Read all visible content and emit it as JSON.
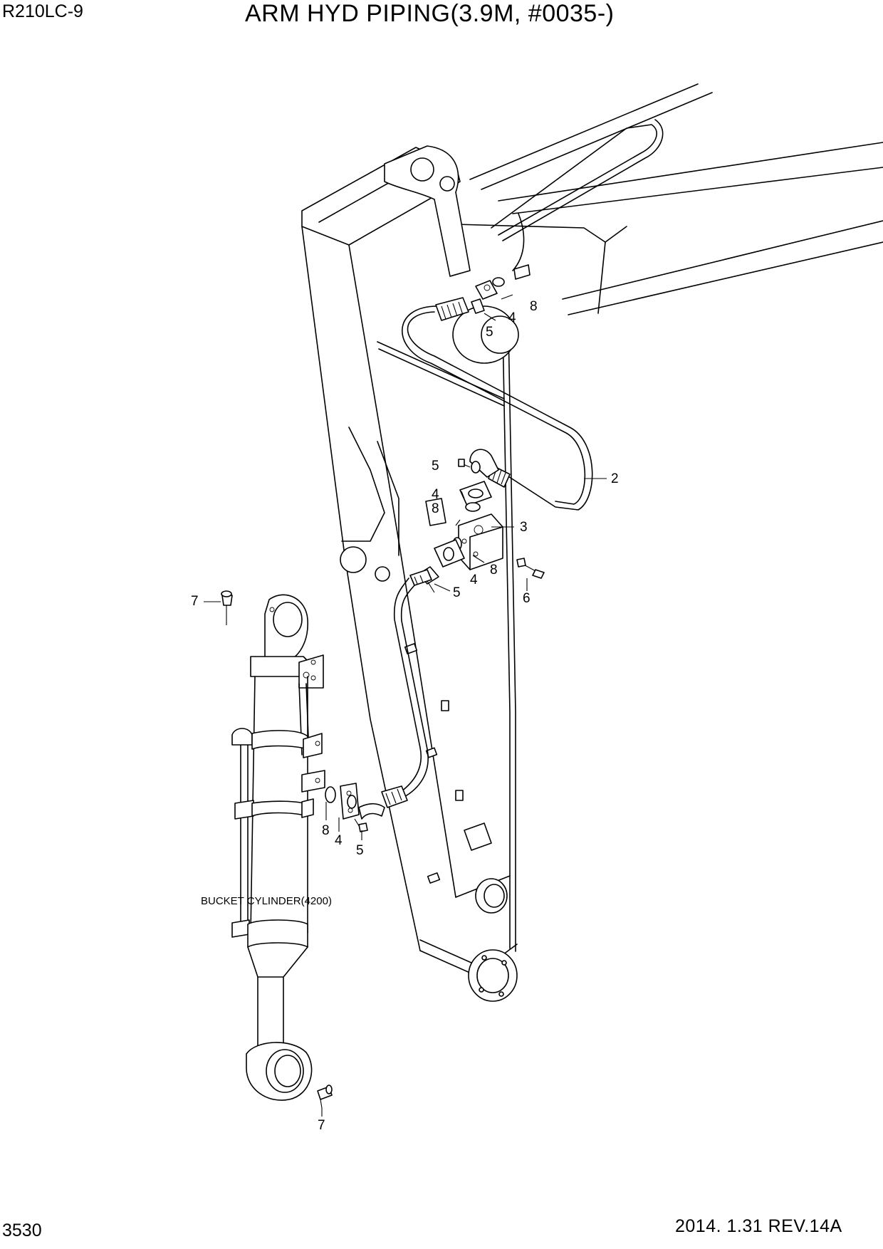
{
  "header": {
    "model": "R210LC-9",
    "title": "ARM HYD PIPING(3.9M, #0035-)"
  },
  "footer": {
    "page_number": "3530",
    "revision": "2014. 1.31  REV.14A"
  },
  "annotation": "BUCKET CYLINDER(4200)",
  "callouts": [
    "8",
    "4",
    "5",
    "5",
    "4",
    "8",
    "2",
    "3",
    "8",
    "4",
    "5",
    "6",
    "7",
    "8",
    "4",
    "5",
    "7"
  ],
  "icons": [
    "hydraulic-arm-drawing"
  ]
}
